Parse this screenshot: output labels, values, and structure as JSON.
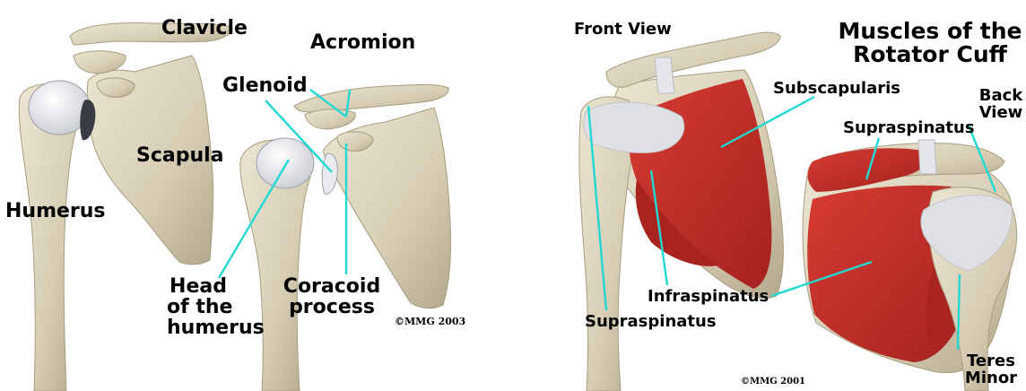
{
  "left_panel": {
    "labels": {
      "clavicle": "Clavicle",
      "acromion": "Acromion",
      "glenoid": "Glenoid",
      "scapula": "Scapula",
      "humerus": "Humerus",
      "head_line1": "Head",
      "head_line2": "of the",
      "head_line3": "humerus",
      "coracoid_line1": "Coracoid",
      "coracoid_line2": "process"
    },
    "copyright": "©MMG 2003"
  },
  "right_panel": {
    "title_line1": "Muscles of the",
    "title_line2": "Rotator Cuff",
    "labels": {
      "front_view": "Front View",
      "back_line1": "Back",
      "back_line2": "View",
      "subscapularis": "Subscapularis",
      "supraspinatus_back": "Supraspinatus",
      "supraspinatus_front": "Supraspinatus",
      "infraspinatus": "Infraspinatus",
      "teres_line1": "Teres",
      "teres_line2": "Minor"
    },
    "copyright": "©MMG 2001"
  },
  "colors": {
    "bone": "#d9d1ba",
    "bone_shadow": "#b7ad93",
    "cartilage": "#eef0f3",
    "muscle": "#c8312b",
    "muscle_dark": "#9e1f1c",
    "tendon": "#dcdde0",
    "leader_line": "#22d8d2"
  }
}
